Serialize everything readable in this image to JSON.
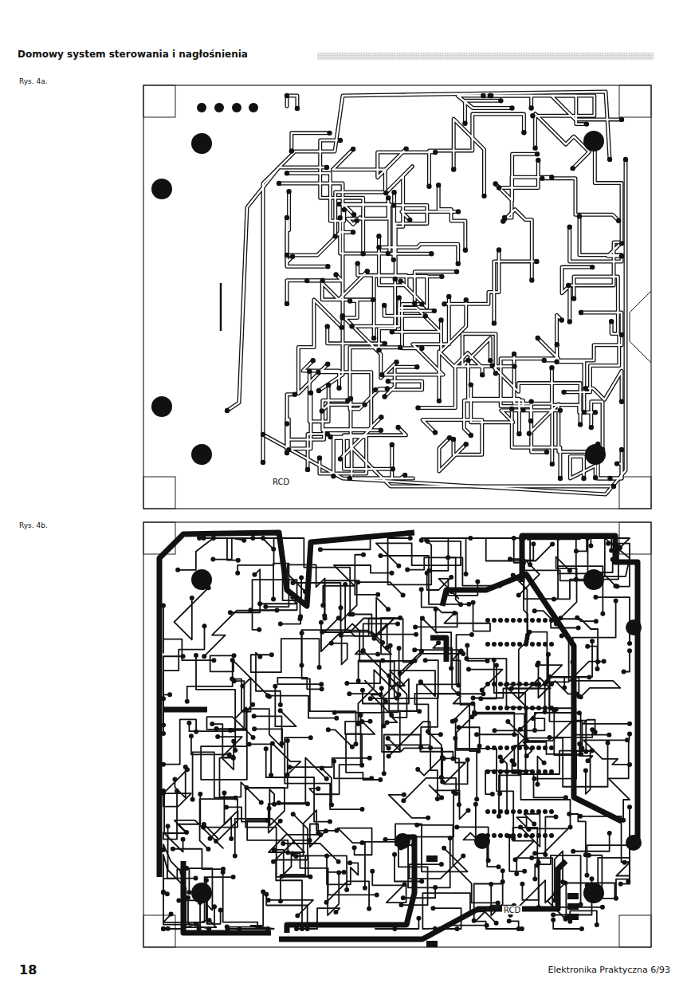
{
  "diagram": {
    "title": "Domowy system sterowania i nagłośnienia",
    "labels": [
      "Rys. 4a.",
      "Rys. 4b.",
      "RCD",
      "RCD",
      "18",
      "Elektronika Praktyczna 6/93"
    ]
  }
}
